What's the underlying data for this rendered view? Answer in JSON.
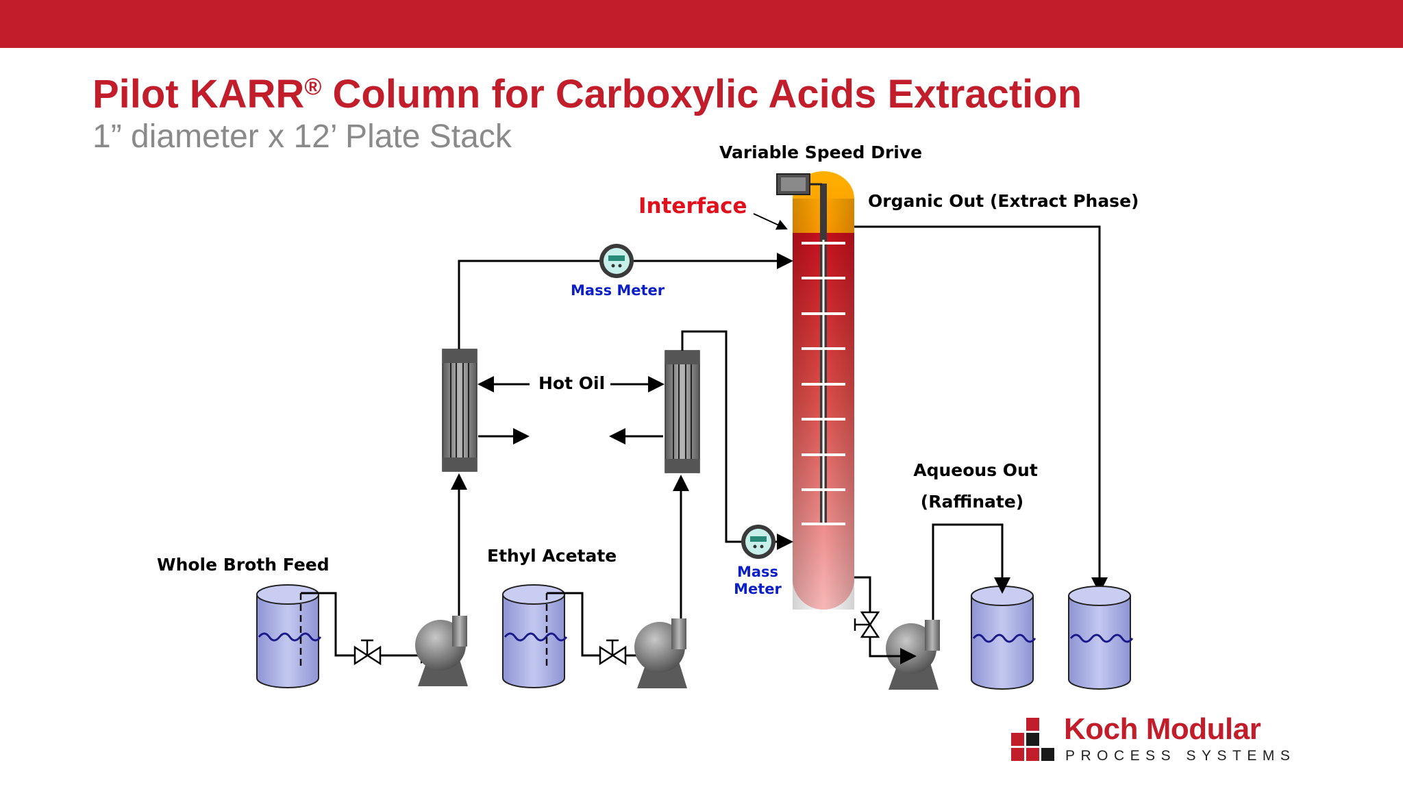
{
  "slide": {
    "title": "Pilot KARR",
    "title_mark": "®",
    "title_rest": " Column for Carboxylic Acids Extraction",
    "subtitle": "1” diameter x 12’ Plate Stack"
  },
  "diagram": {
    "variable_speed_drive": "Variable Speed Drive",
    "interface": "Interface",
    "organic_out": "Organic Out (Extract Phase)",
    "mass_meter_top": "Mass Meter",
    "hot_oil": "Hot Oil",
    "aqueous_out_line1": "Aqueous Out",
    "aqueous_out_line2": "(Raffinate)",
    "whole_broth_feed": "Whole Broth Feed",
    "ethyl_acetate": "Ethyl Acetate",
    "mass_meter_bottom_line1": "Mass",
    "mass_meter_bottom_line2": "Meter"
  },
  "colors": {
    "brand_red": "#c11d2a",
    "interface_red": "#e0101c",
    "meter_blue": "#0a1fc8",
    "tank_fill": "#a9aee6"
  },
  "logo": {
    "name": "Koch Modular",
    "tagline": "PROCESS SYSTEMS"
  }
}
